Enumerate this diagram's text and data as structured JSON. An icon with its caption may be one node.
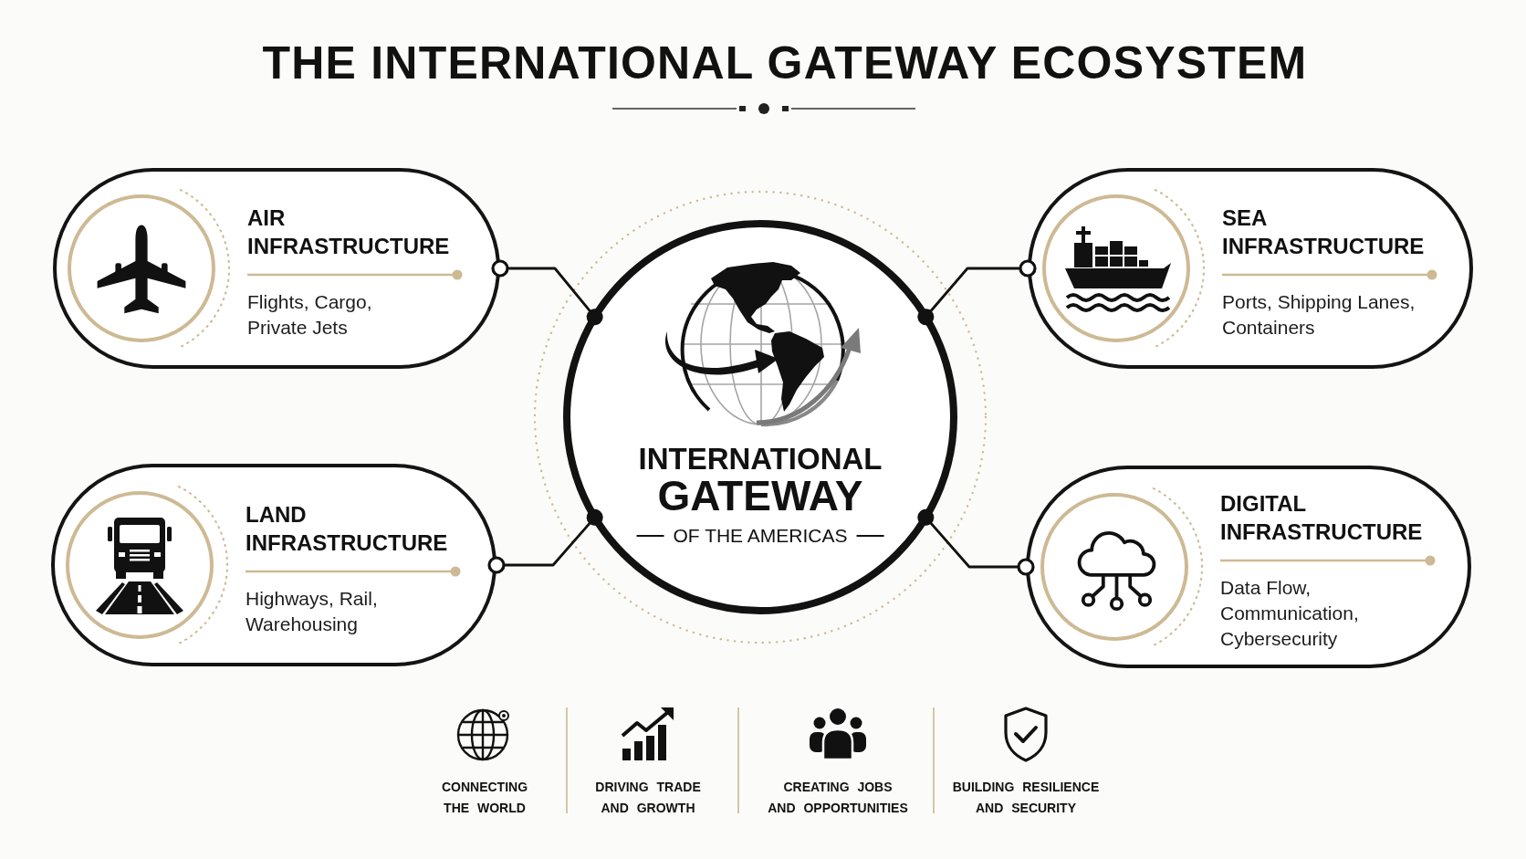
{
  "diagram": {
    "title": "THE INTERNATIONAL GATEWAY ECOSYSTEM",
    "nodes": [
      {
        "text": [
          "AIR INFRASTRUCTURE",
          "Flights, Cargo, Private Jets"
        ]
      },
      {
        "text": [
          "INTERNATIONAL",
          "GATEWAY",
          "OF THE AMERICAS"
        ]
      },
      {
        "text": [
          "SEA INFRASTRUCTURE",
          "Ports, Shipping Lanes, Containers"
        ]
      },
      {
        "text": [
          "LAND INFRASTRUCTURE",
          "Highways, Rail, Warehousing"
        ]
      },
      {
        "text": [
          "DIGITAL INFRASTRUCTURE",
          "Data Flow, Communication, Cybersecurity"
        ]
      }
    ],
    "edges": [
      {
        "from": 0,
        "to": 1,
        "arrow": "other"
      },
      {
        "from": 2,
        "to": 1,
        "arrow": "other"
      },
      {
        "from": 3,
        "to": 1,
        "arrow": "other"
      },
      {
        "from": 4,
        "to": 1,
        "arrow": "other"
      }
    ],
    "labels": [
      "CONNECTING THE WORLD",
      "DRIVING TRADE AND GROWTH",
      "CREATING JOBS AND OPPORTUNITIES",
      "BUILDING RESILIENCE AND SECURITY"
    ]
  }
}
